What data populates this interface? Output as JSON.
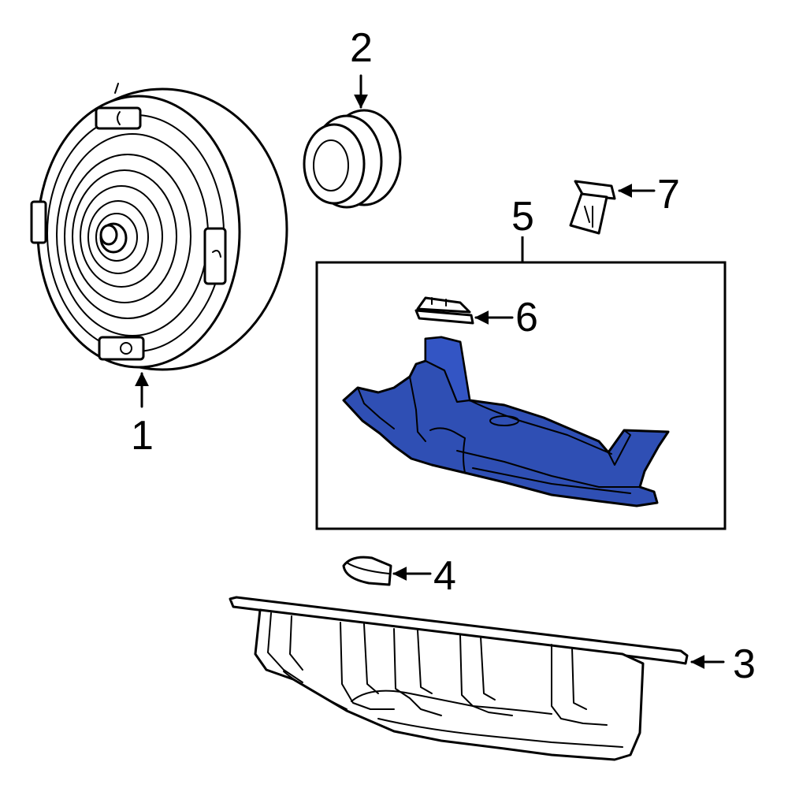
{
  "callouts": {
    "c1": "1",
    "c2": "2",
    "c3": "3",
    "c4": "4",
    "c5": "5",
    "c6": "6",
    "c7": "7"
  },
  "colors": {
    "highlight": "#2f4fb4",
    "line": "#000000",
    "background": "#ffffff"
  }
}
